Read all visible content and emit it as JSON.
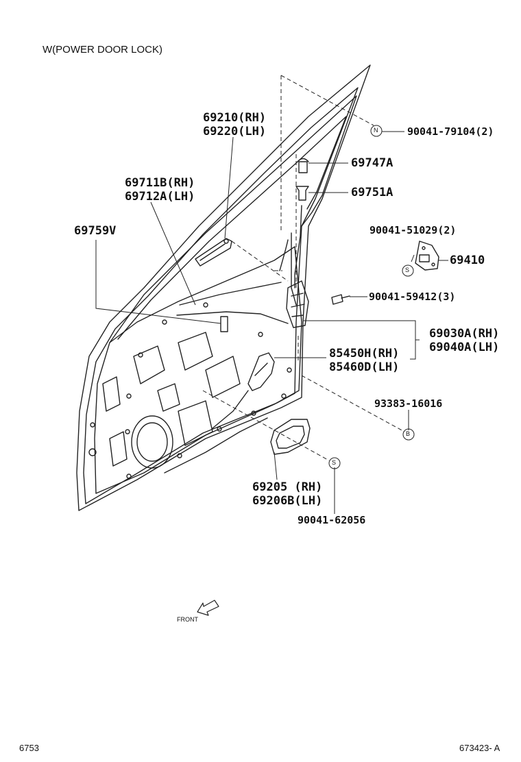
{
  "header": {
    "title": "W(POWER DOOR LOCK)"
  },
  "parts": {
    "handle_outside": {
      "rh": "69210(RH)",
      "lh": "69220(LH)"
    },
    "rod_a": {
      "rh": "69711B(RH)",
      "lh": "69712A(LH)"
    },
    "cable": {
      "code": "69759V"
    },
    "knob": {
      "code": "69747A"
    },
    "grommet": {
      "code": "69751A"
    },
    "bolt_n": {
      "code": "90041-79104(2)",
      "marker": "N"
    },
    "screw_s1": {
      "code": "90041-51029(2)",
      "marker": "S"
    },
    "striker": {
      "code": "69410"
    },
    "screw_lock": {
      "code": "90041-59412(3)"
    },
    "lock_assy": {
      "rh": "69030A(RH)",
      "lh": "69040A(LH)"
    },
    "actuator": {
      "rh": "85450H(RH)",
      "lh": "85460D(LH)"
    },
    "clip_b": {
      "code": "93383-16016",
      "marker": "B"
    },
    "handle_inside": {
      "rh": "69205 (RH)",
      "lh": "69206B(LH)"
    },
    "screw_s2": {
      "code": "90041-62056",
      "marker": "S"
    }
  },
  "front_label": "FRONT",
  "footer": {
    "left": "6753",
    "right": "673423- A"
  }
}
